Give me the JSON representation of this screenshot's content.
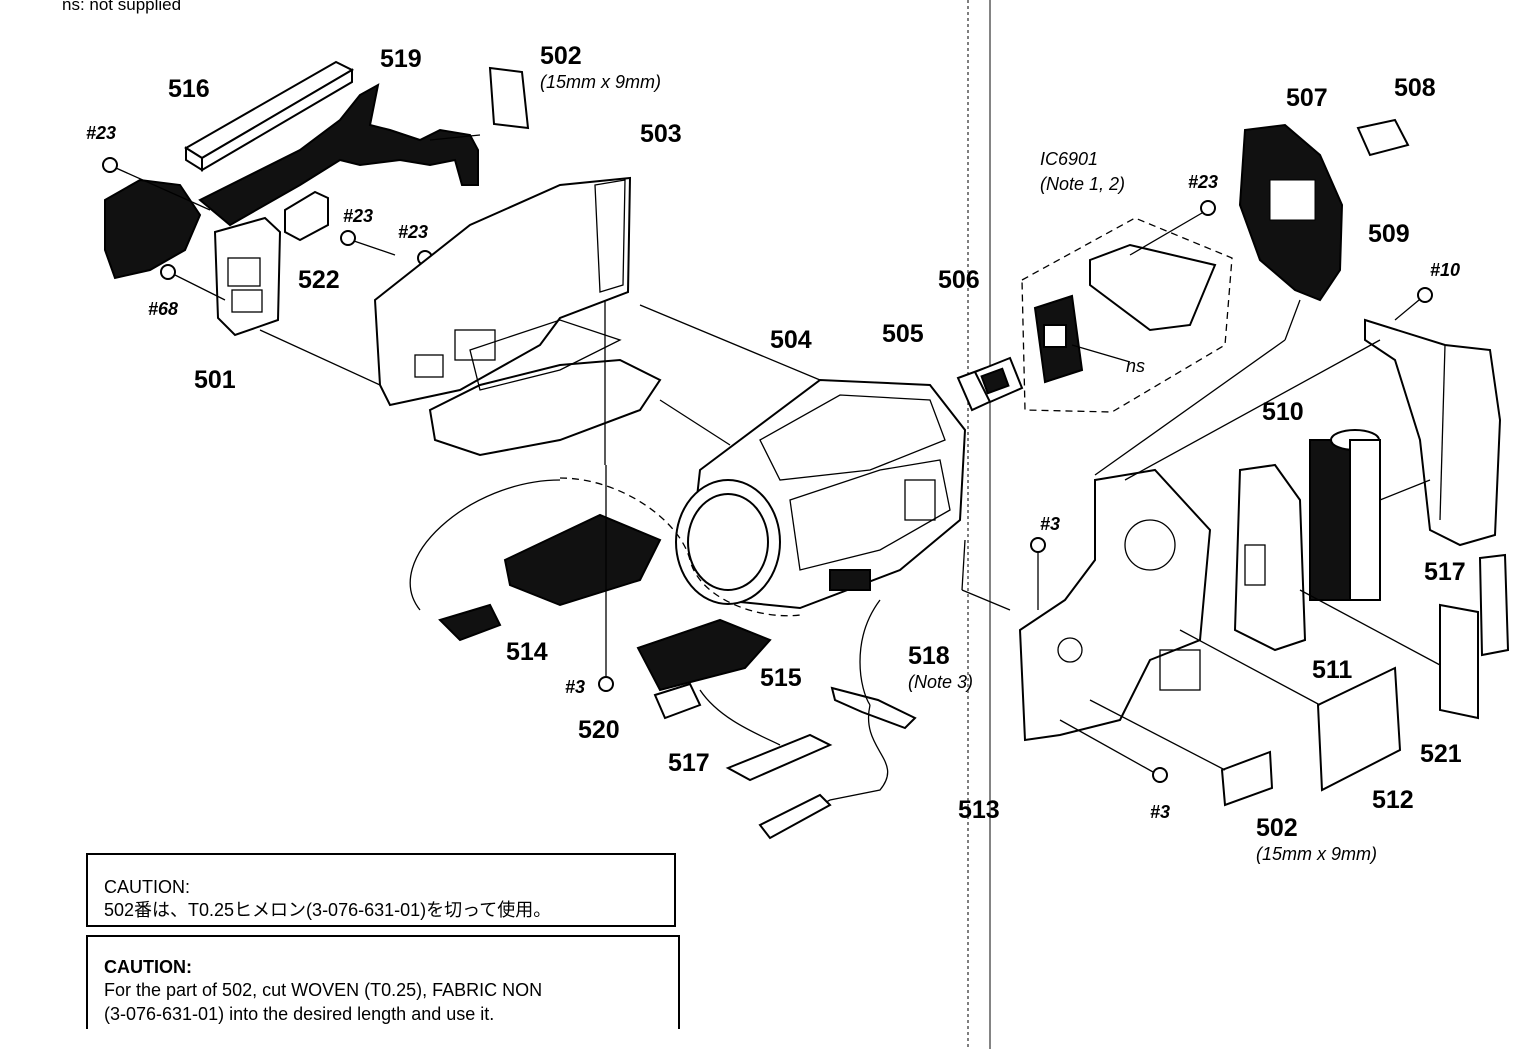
{
  "header_note": "ns: not supplied",
  "labels": {
    "p501": "501",
    "p502a": "502",
    "p502a_size": "(15mm x 9mm)",
    "p502b": "502",
    "p502b_size": "(15mm x 9mm)",
    "p503": "503",
    "p504": "504",
    "p505": "505",
    "p506": "506",
    "p507": "507",
    "p508": "508",
    "p509": "509",
    "p510": "510",
    "p511": "511",
    "p512": "512",
    "p513": "513",
    "p514": "514",
    "p515": "515",
    "p516": "516",
    "p517a": "517",
    "p517b": "517",
    "p518": "518",
    "p518_note": "(Note 3)",
    "p519": "519",
    "p520": "520",
    "p521": "521",
    "p522": "522",
    "ic": "IC6901",
    "ic_note": "(Note 1, 2)",
    "ns": "ns",
    "s23a": "#23",
    "s23b": "#23",
    "s23c": "#23",
    "s23d": "#23",
    "s68": "#68",
    "s10": "#10",
    "s3a": "#3",
    "s3b": "#3",
    "s3c": "#3"
  },
  "caution_jp": {
    "title": "CAUTION:",
    "text": "502番は、T0.25ヒメロン(3-076-631-01)を切って使用。"
  },
  "caution_en": {
    "title": "CAUTION:",
    "line1": "For the part of 502, cut WOVEN (T0.25), FABRIC NON",
    "line2": "(3-076-631-01) into the desired length and use it."
  }
}
